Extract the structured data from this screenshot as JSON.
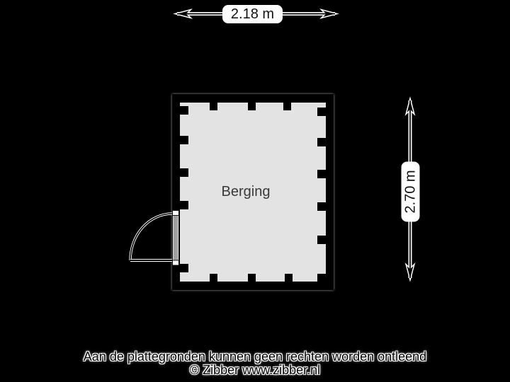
{
  "page": {
    "background": "#000000"
  },
  "floorplan": {
    "room": {
      "label": "Berging"
    },
    "dimensions": {
      "width": "2.18 m",
      "height": "2.70 m"
    }
  },
  "footer": {
    "disclaimer": "Aan de plattegronden kunnen geen rechten worden ontleend",
    "copyright": "© Zibber www.zibber.nl"
  },
  "colors": {
    "background": "#000000",
    "wall": "#000000",
    "floor": "#e3e3e3",
    "dimension_label_bg": "#ffffff",
    "dimension_text": "#111111",
    "room_text": "#3a3a3a",
    "footer_text": "#000000",
    "footer_halo": "#ffffff"
  }
}
